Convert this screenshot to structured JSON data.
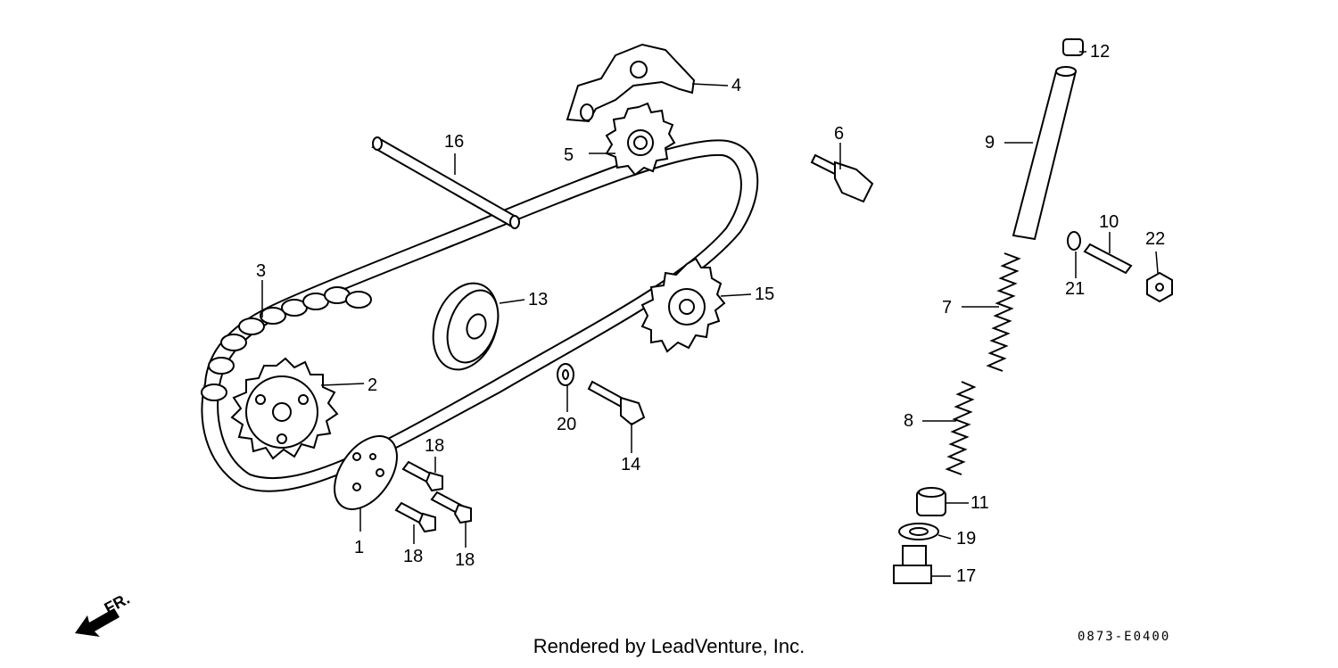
{
  "diagram": {
    "callouts": [
      "1",
      "2",
      "3",
      "4",
      "5",
      "6",
      "7",
      "8",
      "9",
      "10",
      "11",
      "12",
      "13",
      "14",
      "15",
      "16",
      "17",
      "18",
      "18",
      "18",
      "19",
      "20",
      "21",
      "22"
    ],
    "front_label": "FR.",
    "credit": "Rendered by LeadVenture, Inc.",
    "drawing_code": "0873-E0400"
  }
}
